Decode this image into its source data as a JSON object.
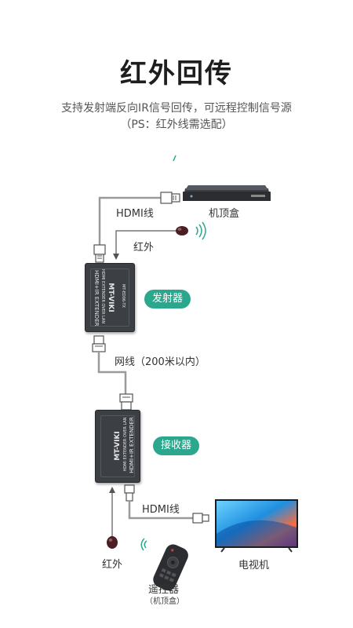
{
  "header": {
    "title": "红外回传",
    "subtitle_line1": "支持发射端反向IR信号回传，可远程控制信号源",
    "subtitle_line2": "（PS：红外线需选配）"
  },
  "labels": {
    "hdmi_top": "HDMI线",
    "stb": "机顶盒",
    "ir_top": "红外",
    "transmitter": "发射器",
    "network": "网线（200米以内）",
    "receiver": "接收器",
    "hdmi_bottom": "HDMI线",
    "tv": "电视机",
    "ir_bottom": "红外",
    "remote": "遥控器",
    "remote_note": "（机顶盒）"
  },
  "device_text": {
    "brand": "MT-VIKI",
    "model": "HDMI+IR EXTENDER",
    "sub": "HDMI EXTENDER OVER LAN",
    "code": "MT-ED06-TX"
  },
  "colors": {
    "accent": "#2aa78c",
    "device": "#3c3f44",
    "cable": "#8a8a8a"
  },
  "icons": [
    "set-top-box-icon",
    "ir-emitter-icon",
    "signal-wave-icon",
    "tv-icon",
    "remote-icon",
    "ir-receiver-icon"
  ]
}
